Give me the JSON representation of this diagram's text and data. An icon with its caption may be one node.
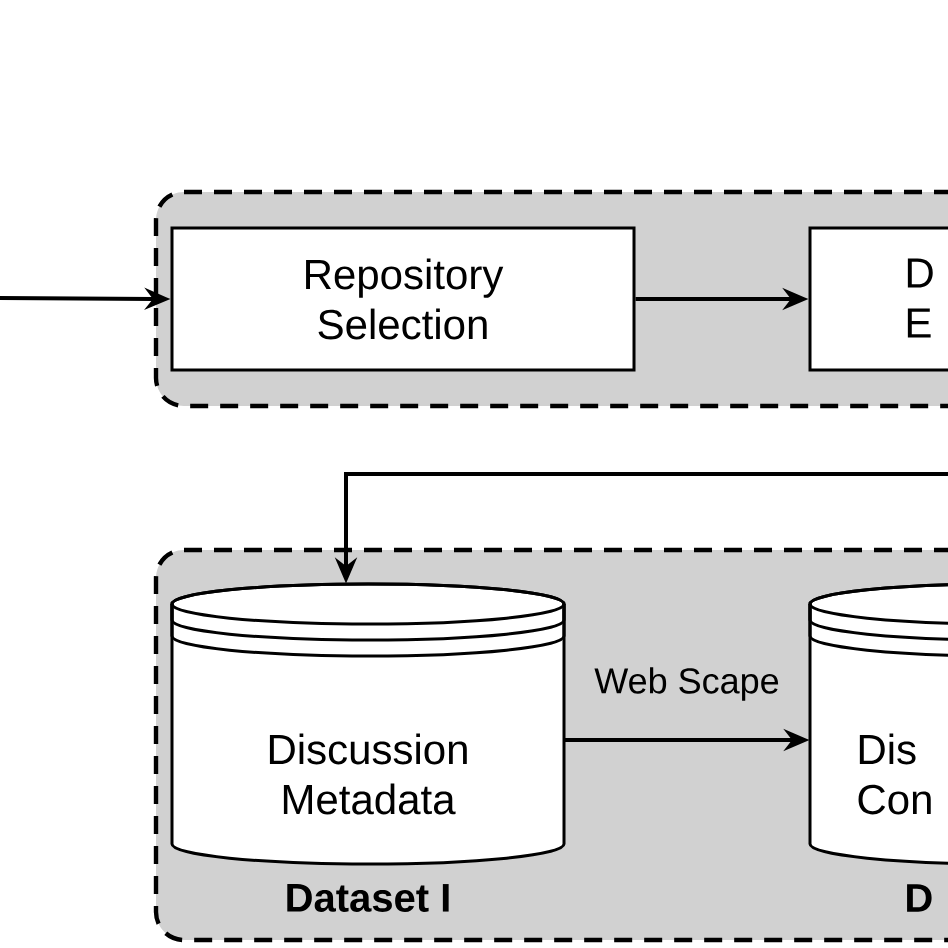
{
  "diagram": {
    "nodes": [
      {
        "text": [],
        "shape": "box"
      },
      {
        "text": [
          "Repository Selection"
        ],
        "in": 0
      },
      {
        "text": [
          "D E"
        ],
        "in": 0
      },
      {
        "text": [],
        "shape": "box"
      },
      {
        "text": [
          "Discussion Metadata"
        ],
        "in": 3,
        "beside": [
          "Dataset I"
        ]
      },
      {
        "text": [
          "Dis Con"
        ],
        "in": 3,
        "beside": [
          "D"
        ]
      }
    ],
    "edges": [
      {
        "from": null,
        "to": 1,
        "arrow": "to"
      },
      {
        "from": 1,
        "to": 2,
        "arrow": "to"
      },
      {
        "from": null,
        "to": 4,
        "arrow": "to"
      },
      {
        "from": 4,
        "to": 5,
        "arrow": "to",
        "label": "Web Scape"
      }
    ]
  }
}
